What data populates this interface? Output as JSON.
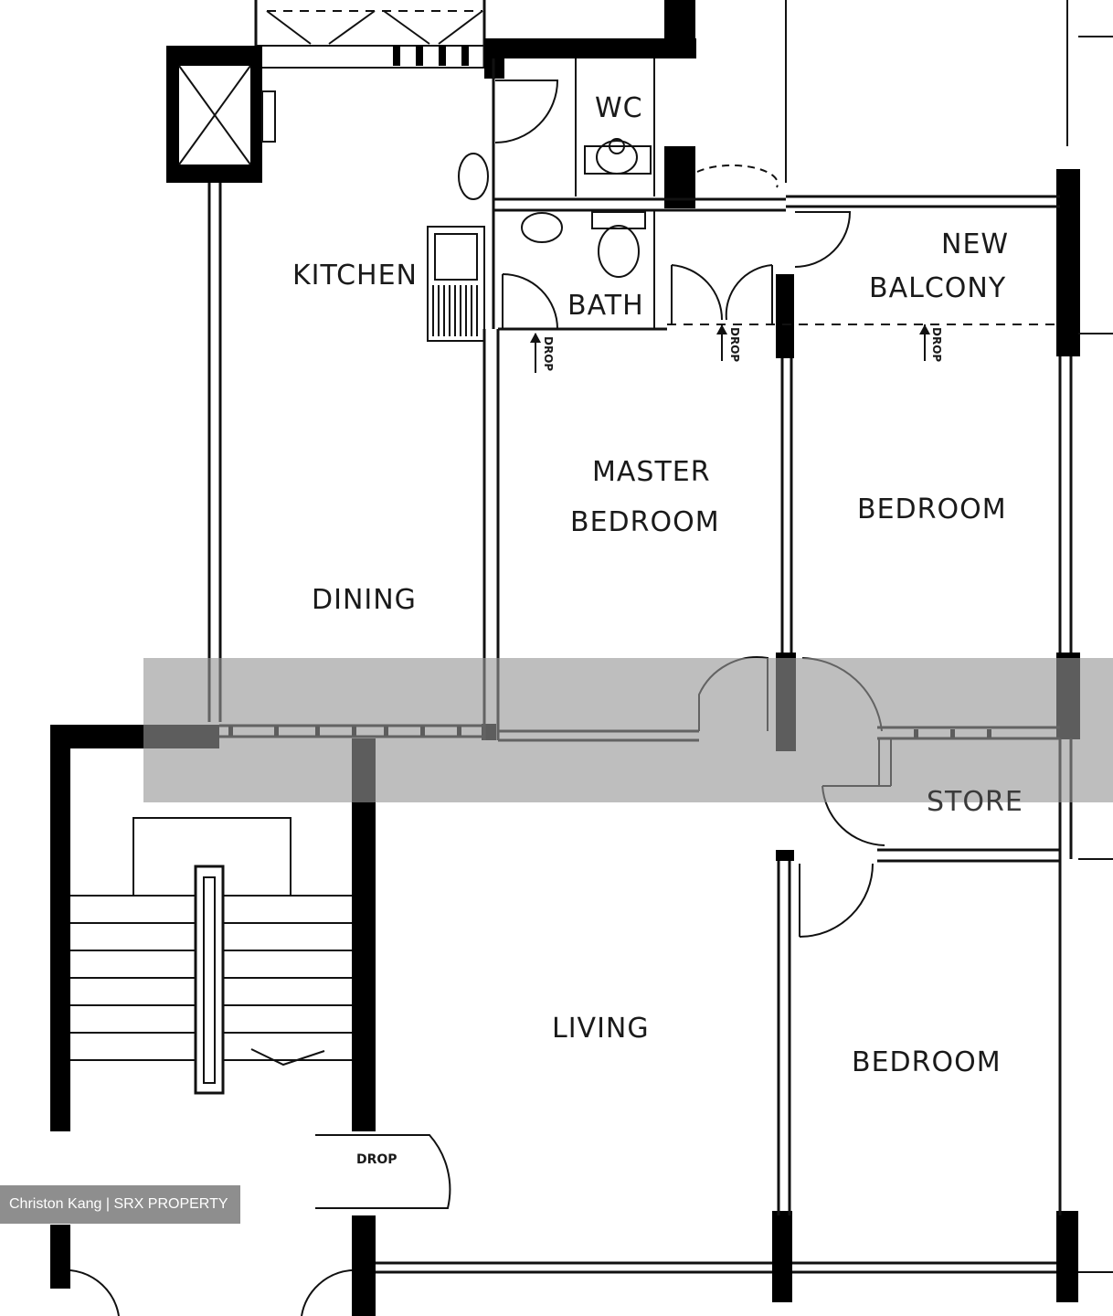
{
  "rooms": {
    "wc": "WC",
    "kitchen": "KITCHEN",
    "bath": "BATH",
    "new_balcony_line1": "NEW",
    "new_balcony_line2": "BALCONY",
    "master_bedroom_line1": "MASTER",
    "master_bedroom_line2": "BEDROOM",
    "bedroom_1": "BEDROOM",
    "dining": "DINING",
    "store": "STORE",
    "living": "LIVING",
    "bedroom_2": "BEDROOM"
  },
  "drops": [
    "DROP",
    "DROP",
    "DROP",
    "DROP"
  ],
  "watermark": "Christon Kang | SRX PROPERTY"
}
